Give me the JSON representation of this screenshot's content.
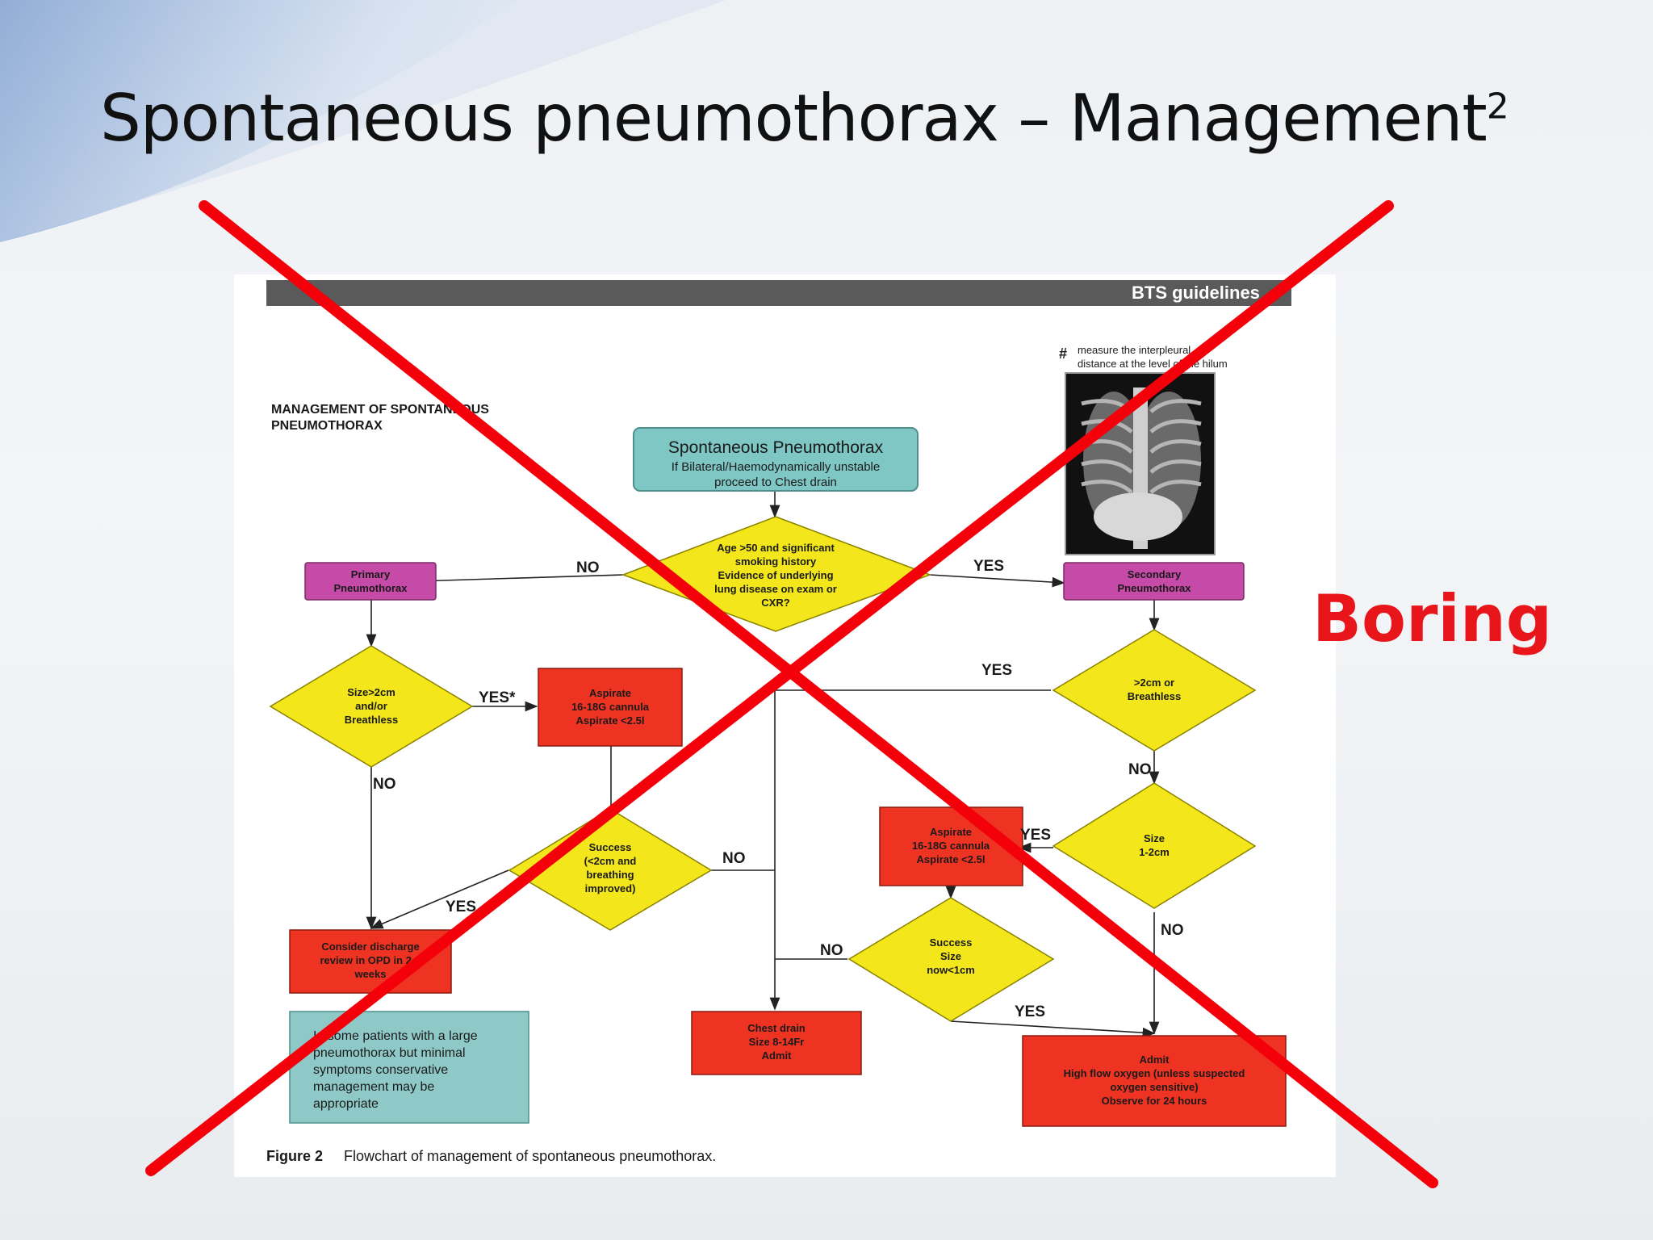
{
  "slide": {
    "title": "Spontaneous pneumothorax – Management",
    "title_superscript": "2",
    "annotation": "Boring"
  },
  "figure": {
    "header": "BTS guidelines",
    "section_title": [
      "MANAGEMENT OF SPONTANEOUS",
      "PNEUMOTHORAX"
    ],
    "measure_note": {
      "symbol": "#",
      "lines": [
        "measure the interpleural",
        "distance at the level of the hilum"
      ]
    },
    "caption_label": "Figure 2",
    "caption_text": "Flowchart of management of spontaneous pneumothorax.",
    "nodes": {
      "start": {
        "lines": [
          "Spontaneous Pneumothorax",
          "If Bilateral/Haemodynamically unstable",
          "proceed to Chest drain"
        ]
      },
      "age_check": {
        "lines": [
          "Age >50 and significant",
          "smoking history",
          "Evidence of underlying",
          "lung disease on exam or",
          "CXR?"
        ]
      },
      "primary": {
        "lines": [
          "Primary",
          "Pneumothorax"
        ]
      },
      "secondary": {
        "lines": [
          "Secondary",
          "Pneumothorax"
        ]
      },
      "size_primary": {
        "lines": [
          "Size>2cm",
          "and/or",
          "Breathless"
        ]
      },
      "aspirate_primary": {
        "lines": [
          "Aspirate",
          "16-18G cannula",
          "Aspirate <2.5l"
        ]
      },
      "success_primary": {
        "lines": [
          "Success",
          "(<2cm and",
          "breathing",
          "improved)"
        ]
      },
      "discharge": {
        "lines": [
          "Consider discharge",
          "review in OPD in 2-4",
          "weeks"
        ]
      },
      "conservative": {
        "lines": [
          "In some patients with a large",
          "pneumothorax but minimal",
          "symptoms conservative",
          "management may be",
          "appropriate"
        ]
      },
      "size_secondary": {
        "lines": [
          ">2cm or",
          "Breathless"
        ]
      },
      "size_1_2": {
        "lines": [
          "Size",
          "1-2cm"
        ]
      },
      "aspirate_secondary": {
        "lines": [
          "Aspirate",
          "16-18G cannula",
          "Aspirate <2.5l"
        ]
      },
      "success_secondary": {
        "lines": [
          "Success",
          "Size",
          "now<1cm"
        ]
      },
      "chest_drain": {
        "lines": [
          "Chest drain",
          "Size 8-14Fr",
          "Admit"
        ]
      },
      "admit": {
        "lines": [
          "Admit",
          "High flow oxygen (unless suspected",
          "oxygen sensitive)",
          "Observe for 24 hours"
        ]
      }
    },
    "edge_labels": {
      "no": "NO",
      "yes": "YES",
      "yes_star": "YES*"
    },
    "colors": {
      "start_fill": "#7fc7c4",
      "decision_fill": "#f3e61a",
      "pink_fill": "#c64aa8",
      "red_fill": "#ee3322",
      "teal_fill": "#8ec9c7",
      "header_bar": "#5a5a5a",
      "cross": "#f4000a",
      "annotation": "#e8151b"
    }
  }
}
